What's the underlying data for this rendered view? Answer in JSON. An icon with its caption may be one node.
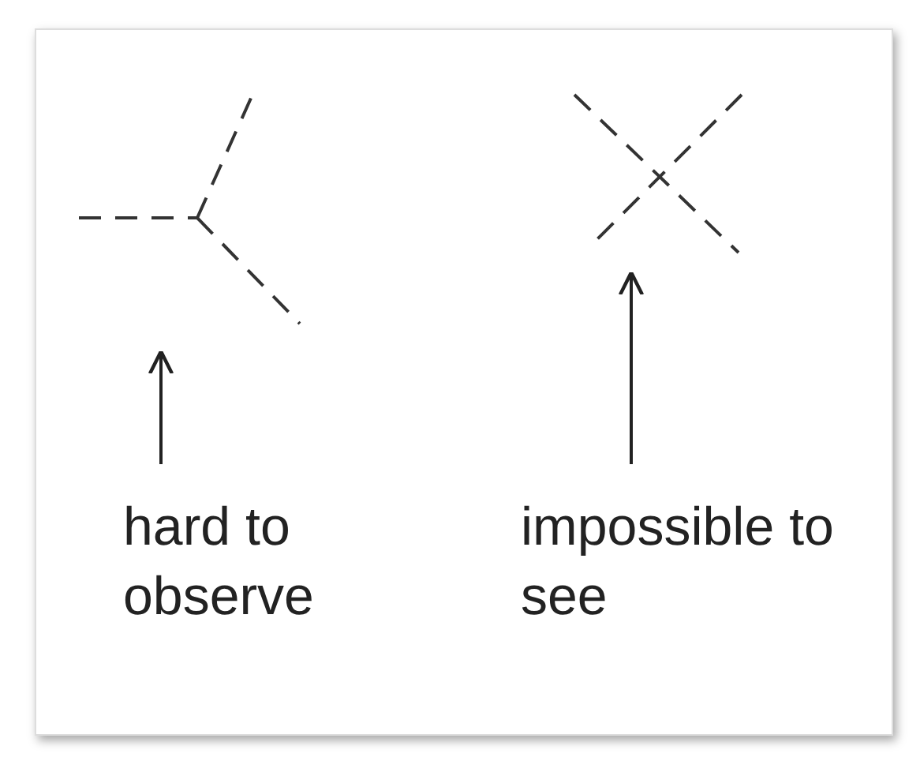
{
  "diagram": {
    "nodes": [
      {
        "text": [],
        "shape": "picture"
      },
      {
        "text": [],
        "shape": "picture"
      },
      {
        "text": [
          "hard to observe"
        ]
      },
      {
        "text": [
          "impossible to see"
        ]
      }
    ],
    "edges": [
      {
        "from": 2,
        "to": 0,
        "arrow": "to"
      },
      {
        "from": 3,
        "to": 1,
        "arrow": "to"
      }
    ]
  }
}
